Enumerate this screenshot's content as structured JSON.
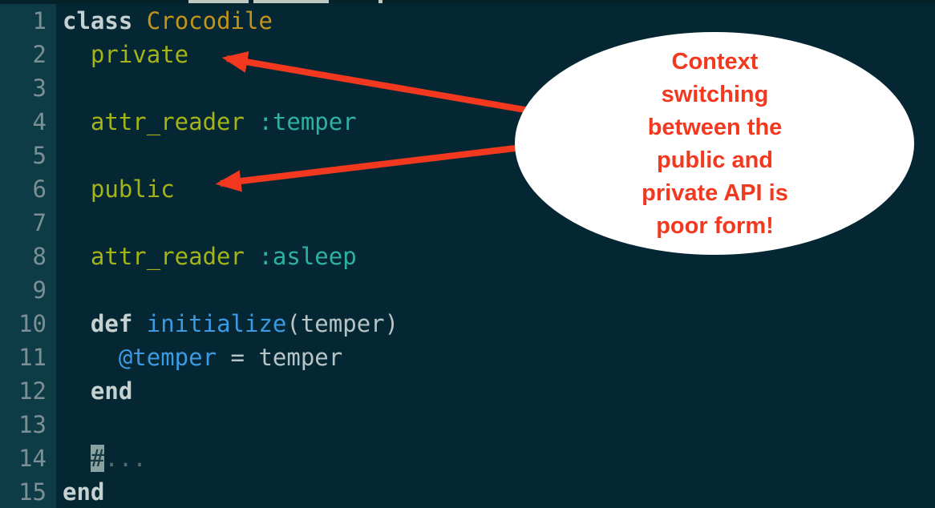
{
  "theme": {
    "colors": {
      "bg": "#042733",
      "gutter-bg": "#0d3b46",
      "strip-bg": "#05222b",
      "segment": "#bfc8c1",
      "ln": "#7b8f95",
      "kw": "#c6d2d2",
      "plain": "#b6c4c5",
      "const": "#c3941a",
      "olive": "#a4b317",
      "sym": "#2fb0a5",
      "blue": "#3b9ae1",
      "comment": "#546a6f",
      "cursor-bg": "#8ba19f",
      "cursor-fg": "#173a42",
      "accent": "#f2391f",
      "balloon-bg": "#ffffff"
    }
  },
  "editor": {
    "language": "ruby",
    "lines": [
      {
        "number": "1",
        "tokens": [
          [
            "keyword",
            "class"
          ],
          [
            "plain",
            " "
          ],
          [
            "constant",
            "Crocodile"
          ]
        ]
      },
      {
        "number": "2",
        "tokens": [
          [
            "plain",
            "  "
          ],
          [
            "builtin",
            "private"
          ]
        ]
      },
      {
        "number": "3",
        "tokens": []
      },
      {
        "number": "4",
        "tokens": [
          [
            "plain",
            "  "
          ],
          [
            "builtin",
            "attr_reader"
          ],
          [
            "plain",
            " "
          ],
          [
            "symbol",
            ":temper"
          ]
        ]
      },
      {
        "number": "5",
        "tokens": []
      },
      {
        "number": "6",
        "tokens": [
          [
            "plain",
            "  "
          ],
          [
            "builtin",
            "public"
          ]
        ]
      },
      {
        "number": "7",
        "tokens": []
      },
      {
        "number": "8",
        "tokens": [
          [
            "plain",
            "  "
          ],
          [
            "builtin",
            "attr_reader"
          ],
          [
            "plain",
            " "
          ],
          [
            "symbol",
            ":asleep"
          ]
        ]
      },
      {
        "number": "9",
        "tokens": []
      },
      {
        "number": "10",
        "tokens": [
          [
            "plain",
            "  "
          ],
          [
            "keyword",
            "def"
          ],
          [
            "plain",
            " "
          ],
          [
            "method",
            "initialize"
          ],
          [
            "plain",
            "(temper)"
          ]
        ]
      },
      {
        "number": "11",
        "tokens": [
          [
            "plain",
            "    "
          ],
          [
            "method",
            "@temper"
          ],
          [
            "plain",
            " = temper"
          ]
        ]
      },
      {
        "number": "12",
        "tokens": [
          [
            "plain",
            "  "
          ],
          [
            "keyword",
            "end"
          ]
        ]
      },
      {
        "number": "13",
        "tokens": []
      },
      {
        "number": "14",
        "tokens": [
          [
            "plain",
            "  "
          ],
          [
            "cursor",
            "#"
          ],
          [
            "comment",
            "..."
          ]
        ]
      },
      {
        "number": "15",
        "tokens": [
          [
            "keyword",
            "end"
          ]
        ]
      }
    ]
  },
  "balloon": {
    "lines": [
      "Context",
      "switching",
      "between the",
      "public and",
      "private API is",
      "poor form!"
    ]
  },
  "arrows": [
    {
      "name": "arrow-to-private",
      "points_to": "private"
    },
    {
      "name": "arrow-to-public",
      "points_to": "public"
    }
  ]
}
